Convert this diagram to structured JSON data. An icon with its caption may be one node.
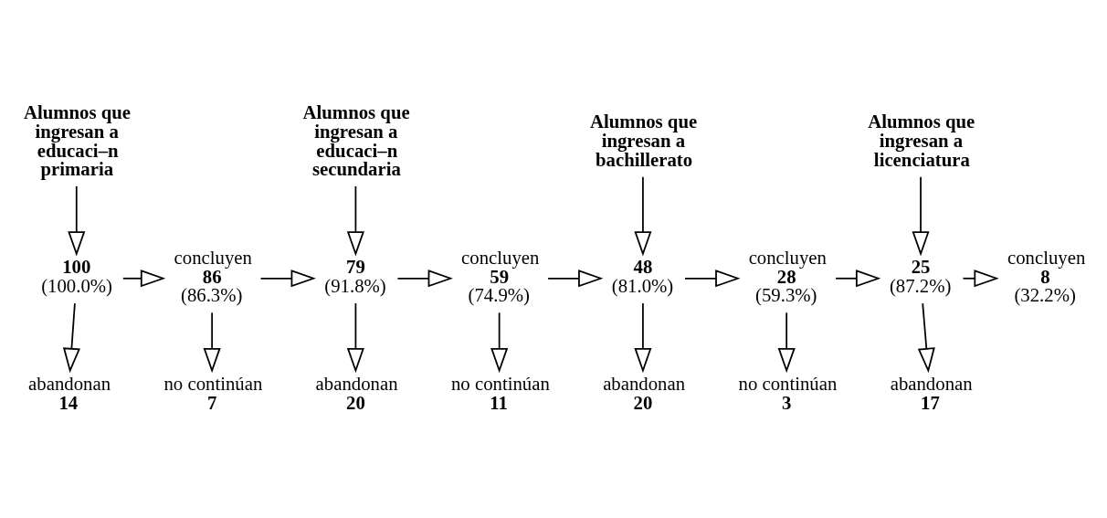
{
  "diagram": {
    "nodes": [
      {
        "text": [
          "Alumnos que ingresan a educaci–n primaria"
        ]
      },
      {
        "text": [
          "Alumnos que ingresan a educaci–n secundaria"
        ]
      },
      {
        "text": [
          "Alumnos que ingresan a bachillerato"
        ]
      },
      {
        "text": [
          "Alumnos que ingresan a licenciatura"
        ]
      },
      {
        "text": [
          "100",
          "(100.0%)"
        ]
      },
      {
        "text": [
          "concluyen",
          "86",
          "(86.3%)"
        ]
      },
      {
        "text": [
          "79",
          "(91.8%)"
        ]
      },
      {
        "text": [
          "concluyen",
          "59",
          "(74.9%)"
        ]
      },
      {
        "text": [
          "48",
          "(81.0%)"
        ]
      },
      {
        "text": [
          "concluyen",
          "28",
          "(59.3%)"
        ]
      },
      {
        "text": [
          "25",
          "(87.2%)"
        ]
      },
      {
        "text": [
          "concluyen",
          "8",
          "(32.2%)"
        ]
      },
      {
        "text": [
          "abandonan",
          "14"
        ]
      },
      {
        "text": [
          "no continúan",
          "7"
        ]
      },
      {
        "text": [
          "abandonan",
          "20"
        ]
      },
      {
        "text": [
          "no continúan",
          "11"
        ]
      },
      {
        "text": [
          "abandonan",
          "20"
        ]
      },
      {
        "text": [
          "no continúan",
          "3"
        ]
      },
      {
        "text": [
          "abandonan",
          "17"
        ]
      }
    ],
    "edges": [
      {
        "from": 0,
        "to": 4,
        "arrow": "to"
      },
      {
        "from": 1,
        "to": 6,
        "arrow": "to"
      },
      {
        "from": 2,
        "to": 8,
        "arrow": "to"
      },
      {
        "from": 3,
        "to": 10,
        "arrow": "to"
      },
      {
        "from": 4,
        "to": 5,
        "arrow": "to"
      },
      {
        "from": 5,
        "to": 6,
        "arrow": "to"
      },
      {
        "from": 6,
        "to": 7,
        "arrow": "to"
      },
      {
        "from": 7,
        "to": 8,
        "arrow": "to"
      },
      {
        "from": 8,
        "to": 9,
        "arrow": "to"
      },
      {
        "from": 9,
        "to": 10,
        "arrow": "to"
      },
      {
        "from": 10,
        "to": 11,
        "arrow": "to"
      },
      {
        "from": 4,
        "to": 12,
        "arrow": "to"
      },
      {
        "from": 5,
        "to": 13,
        "arrow": "to"
      },
      {
        "from": 6,
        "to": 14,
        "arrow": "to"
      },
      {
        "from": 7,
        "to": 15,
        "arrow": "to"
      },
      {
        "from": 8,
        "to": 16,
        "arrow": "to"
      },
      {
        "from": 9,
        "to": 17,
        "arrow": "to"
      },
      {
        "from": 10,
        "to": 18,
        "arrow": "to"
      }
    ]
  }
}
